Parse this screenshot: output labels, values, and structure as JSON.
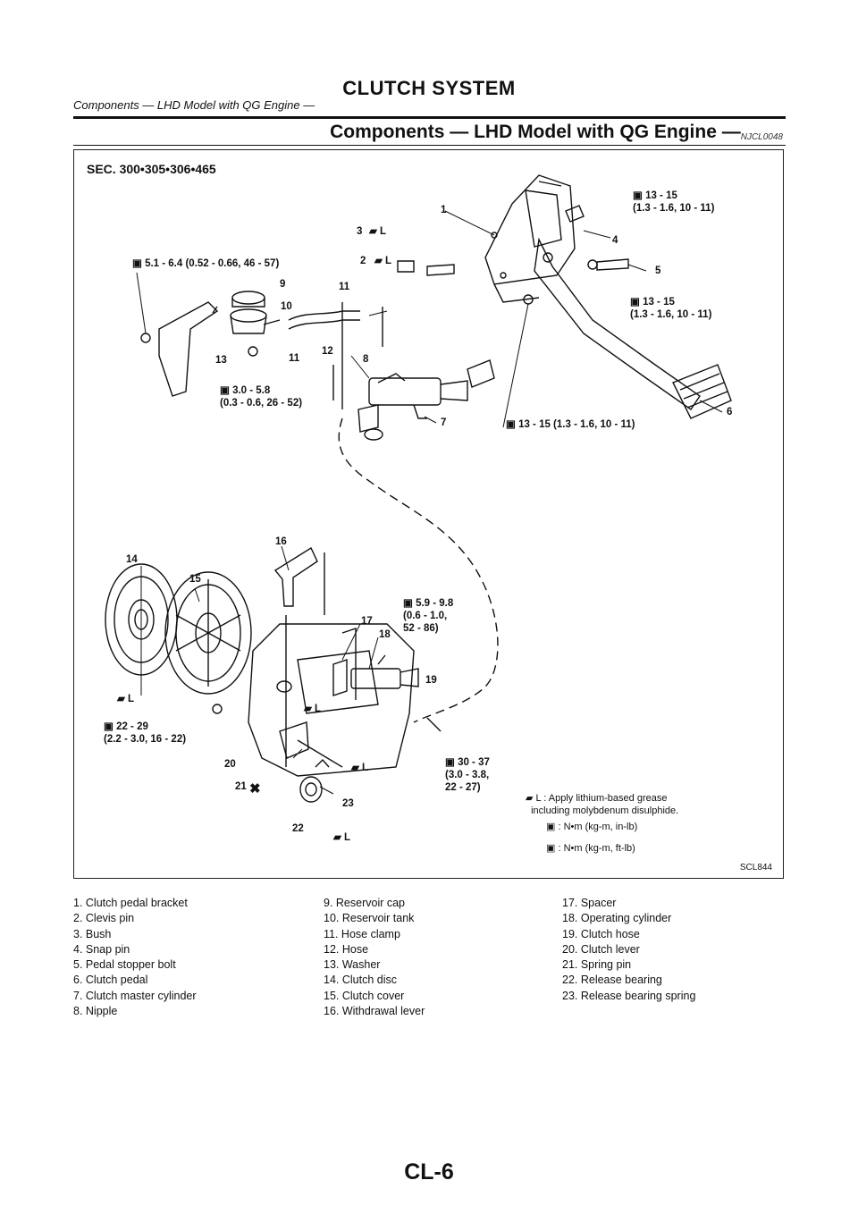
{
  "header": {
    "title": "CLUTCH SYSTEM",
    "subtitle": "Components — LHD Model with QG Engine —"
  },
  "section": {
    "title": "Components — LHD Model with QG Engine —",
    "code": "NJCL0048"
  },
  "figure": {
    "sec": "SEC. 300•305•306•465",
    "code": "SCL844",
    "torques": [
      "13 - 15\n(1.3 - 1.6, 10 - 11)",
      "5.1 - 6.4 (0.52 - 0.66, 46 - 57)",
      "13 - 15\n(1.3 - 1.6, 10 - 11)",
      "3.0 - 5.8\n(0.3 - 0.6, 26 - 52)",
      "13 - 15 (1.3 - 1.6, 10 - 11)",
      "5.9 - 9.8\n(0.6 - 1.0,\n52 - 86)",
      "22 - 29\n(2.2 - 3.0, 16 - 22)",
      "30 - 37\n(3.0 - 3.8,\n22 - 27)"
    ],
    "callouts": [
      "1",
      "2",
      "3",
      "4",
      "5",
      "6",
      "7",
      "8",
      "9",
      "10",
      "11",
      "11",
      "12",
      "13",
      "14",
      "15",
      "16",
      "17",
      "18",
      "19",
      "20",
      "21",
      "22",
      "23"
    ],
    "legend": {
      "grease": ": Apply lithium-based grease\n  including molybdenum disulphide.",
      "nm_in": ": N•m (kg-m, in-lb)",
      "nm_ft": ": N•m (kg-m, ft-lb)"
    },
    "icons": [
      "grease-icon",
      "torque-wrench-icon",
      "replace-x-icon"
    ]
  },
  "parts": {
    "col1": [
      "1. Clutch pedal bracket",
      "2. Clevis pin",
      "3. Bush",
      "4. Snap pin",
      "5. Pedal stopper bolt",
      "6. Clutch pedal",
      "7. Clutch master cylinder",
      "8. Nipple"
    ],
    "col2": [
      "9. Reservoir cap",
      "10. Reservoir tank",
      "11. Hose clamp",
      "12. Hose",
      "13. Washer",
      "14. Clutch disc",
      "15. Clutch cover",
      "16. Withdrawal lever"
    ],
    "col3": [
      "17. Spacer",
      "18. Operating cylinder",
      "19. Clutch hose",
      "20. Clutch lever",
      "21. Spring pin",
      "22. Release bearing",
      "23. Release bearing spring"
    ]
  },
  "footer": {
    "page": "CL-6"
  }
}
